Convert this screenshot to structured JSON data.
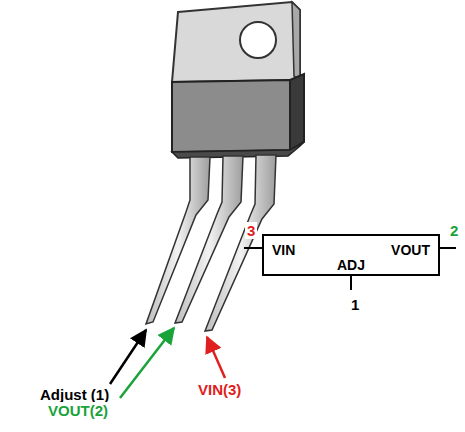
{
  "diagram": {
    "nodes": [
      {
        "text": [
          "VIN",
          "VOUT",
          "ADJ"
        ]
      }
    ],
    "labels": [
      "3",
      "2",
      "1",
      "Adjust (1)",
      "VOUT(2)",
      "VIN(3)"
    ]
  }
}
